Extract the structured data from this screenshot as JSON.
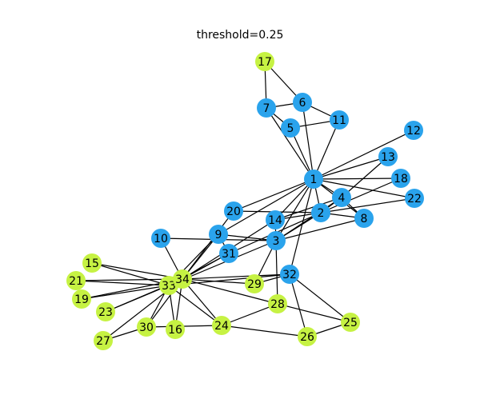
{
  "title": "threshold=0.25",
  "colors": {
    "community_blue": "#2aa3ec",
    "community_green": "#c6f243",
    "edge": "#000000"
  },
  "nodes": [
    {
      "id": "1",
      "group": "blue"
    },
    {
      "id": "2",
      "group": "blue"
    },
    {
      "id": "3",
      "group": "blue"
    },
    {
      "id": "4",
      "group": "blue"
    },
    {
      "id": "5",
      "group": "blue"
    },
    {
      "id": "6",
      "group": "blue"
    },
    {
      "id": "7",
      "group": "blue"
    },
    {
      "id": "8",
      "group": "blue"
    },
    {
      "id": "9",
      "group": "blue"
    },
    {
      "id": "10",
      "group": "blue"
    },
    {
      "id": "11",
      "group": "blue"
    },
    {
      "id": "12",
      "group": "blue"
    },
    {
      "id": "13",
      "group": "blue"
    },
    {
      "id": "14",
      "group": "blue"
    },
    {
      "id": "15",
      "group": "green"
    },
    {
      "id": "16",
      "group": "green"
    },
    {
      "id": "17",
      "group": "green"
    },
    {
      "id": "18",
      "group": "blue"
    },
    {
      "id": "19",
      "group": "green"
    },
    {
      "id": "20",
      "group": "blue"
    },
    {
      "id": "21",
      "group": "green"
    },
    {
      "id": "22",
      "group": "blue"
    },
    {
      "id": "23",
      "group": "green"
    },
    {
      "id": "24",
      "group": "green"
    },
    {
      "id": "25",
      "group": "green"
    },
    {
      "id": "26",
      "group": "green"
    },
    {
      "id": "27",
      "group": "green"
    },
    {
      "id": "28",
      "group": "green"
    },
    {
      "id": "29",
      "group": "green"
    },
    {
      "id": "30",
      "group": "green"
    },
    {
      "id": "31",
      "group": "blue"
    },
    {
      "id": "32",
      "group": "blue"
    },
    {
      "id": "33",
      "group": "green"
    },
    {
      "id": "34",
      "group": "green"
    }
  ],
  "edges": [
    [
      "1",
      "2"
    ],
    [
      "1",
      "3"
    ],
    [
      "1",
      "4"
    ],
    [
      "1",
      "5"
    ],
    [
      "1",
      "6"
    ],
    [
      "1",
      "7"
    ],
    [
      "1",
      "8"
    ],
    [
      "1",
      "9"
    ],
    [
      "1",
      "11"
    ],
    [
      "1",
      "12"
    ],
    [
      "1",
      "13"
    ],
    [
      "1",
      "14"
    ],
    [
      "1",
      "18"
    ],
    [
      "1",
      "20"
    ],
    [
      "1",
      "22"
    ],
    [
      "1",
      "32"
    ],
    [
      "2",
      "3"
    ],
    [
      "2",
      "4"
    ],
    [
      "2",
      "8"
    ],
    [
      "2",
      "14"
    ],
    [
      "2",
      "18"
    ],
    [
      "2",
      "20"
    ],
    [
      "2",
      "22"
    ],
    [
      "2",
      "31"
    ],
    [
      "3",
      "4"
    ],
    [
      "3",
      "8"
    ],
    [
      "3",
      "9"
    ],
    [
      "3",
      "10"
    ],
    [
      "3",
      "14"
    ],
    [
      "3",
      "28"
    ],
    [
      "3",
      "29"
    ],
    [
      "3",
      "33"
    ],
    [
      "4",
      "8"
    ],
    [
      "4",
      "13"
    ],
    [
      "4",
      "14"
    ],
    [
      "5",
      "7"
    ],
    [
      "5",
      "11"
    ],
    [
      "6",
      "7"
    ],
    [
      "6",
      "11"
    ],
    [
      "6",
      "17"
    ],
    [
      "7",
      "17"
    ],
    [
      "9",
      "31"
    ],
    [
      "9",
      "33"
    ],
    [
      "9",
      "34"
    ],
    [
      "10",
      "34"
    ],
    [
      "14",
      "34"
    ],
    [
      "20",
      "34"
    ],
    [
      "15",
      "33"
    ],
    [
      "15",
      "34"
    ],
    [
      "16",
      "33"
    ],
    [
      "16",
      "34"
    ],
    [
      "19",
      "33"
    ],
    [
      "19",
      "34"
    ],
    [
      "21",
      "33"
    ],
    [
      "21",
      "34"
    ],
    [
      "23",
      "33"
    ],
    [
      "23",
      "34"
    ],
    [
      "24",
      "26"
    ],
    [
      "24",
      "28"
    ],
    [
      "24",
      "30"
    ],
    [
      "24",
      "33"
    ],
    [
      "24",
      "34"
    ],
    [
      "25",
      "26"
    ],
    [
      "25",
      "28"
    ],
    [
      "25",
      "32"
    ],
    [
      "26",
      "32"
    ],
    [
      "27",
      "30"
    ],
    [
      "27",
      "34"
    ],
    [
      "28",
      "34"
    ],
    [
      "29",
      "32"
    ],
    [
      "29",
      "34"
    ],
    [
      "30",
      "33"
    ],
    [
      "30",
      "34"
    ],
    [
      "31",
      "33"
    ],
    [
      "31",
      "34"
    ],
    [
      "32",
      "33"
    ],
    [
      "32",
      "34"
    ],
    [
      "33",
      "34"
    ]
  ]
}
